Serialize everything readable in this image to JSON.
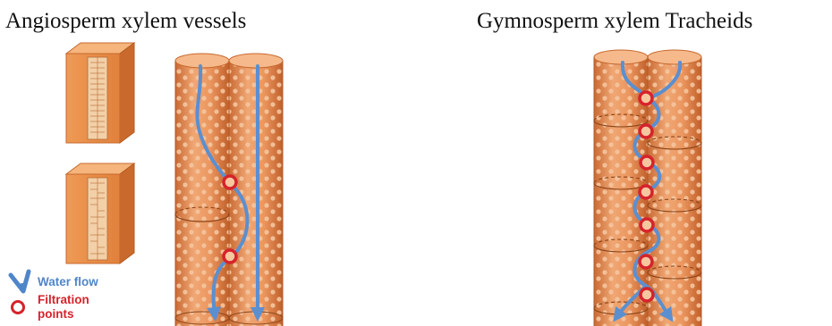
{
  "titles": {
    "left": "Angiosperm xylem vessels",
    "right": "Gymnosperm xylem Tracheids"
  },
  "legend": {
    "water_flow": "Water flow",
    "filtration_line1": "Filtration",
    "filtration_line2": "points"
  },
  "colors": {
    "tube": "#e8935c",
    "tube_light": "#f3b78b",
    "tube_dark": "#c8652e",
    "pit": "#f7c9a2",
    "water": "#5b8fd0",
    "filtration": "#d6232b",
    "legend_blue": "#4f86c9",
    "legend_red": "#d6232b"
  }
}
